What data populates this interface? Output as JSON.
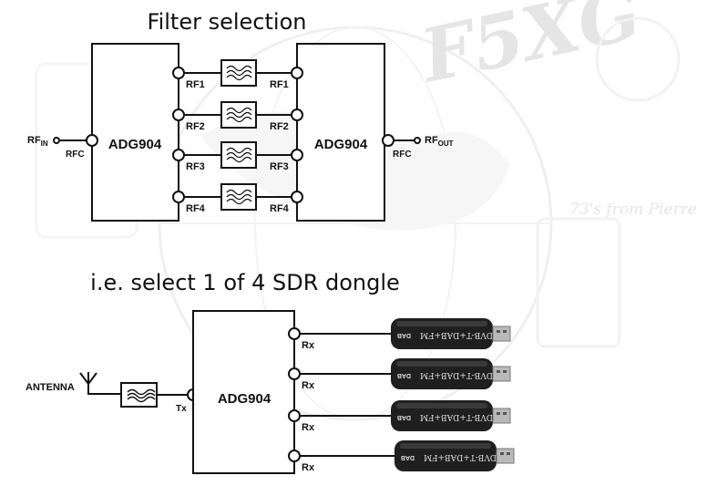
{
  "top": {
    "title": "Filter selection",
    "switch_left": "ADG904",
    "switch_right": "ADG904",
    "rf_in_main": "RF",
    "rf_in_sub": "IN",
    "rf_out_main": "RF",
    "rf_out_sub": "OUT",
    "rfc_left": "RFC",
    "rfc_right": "RFC",
    "ports_left": [
      "RF1",
      "RF2",
      "RF3",
      "RF4"
    ],
    "ports_right": [
      "RF1",
      "RF2",
      "RF3",
      "RF4"
    ]
  },
  "bottom": {
    "title": "i.e. select 1 of 4 SDR dongle",
    "switch": "ADG904",
    "antenna": "ANTENNA",
    "tx": "Tx",
    "rx_ports": [
      "Rx",
      "Rx",
      "Rx",
      "Rx"
    ],
    "dongle_text": "DVB-T+DAB+FM",
    "dongle_badge": "DAB"
  },
  "watermark": {
    "callsign": "F5XG",
    "signature": "73's from Pierre"
  },
  "colors": {
    "ink": "#111111",
    "dongle_body": "#1f1f1f",
    "usb_plug": "#b9b9b9",
    "watermark": "#d6d6d6"
  }
}
